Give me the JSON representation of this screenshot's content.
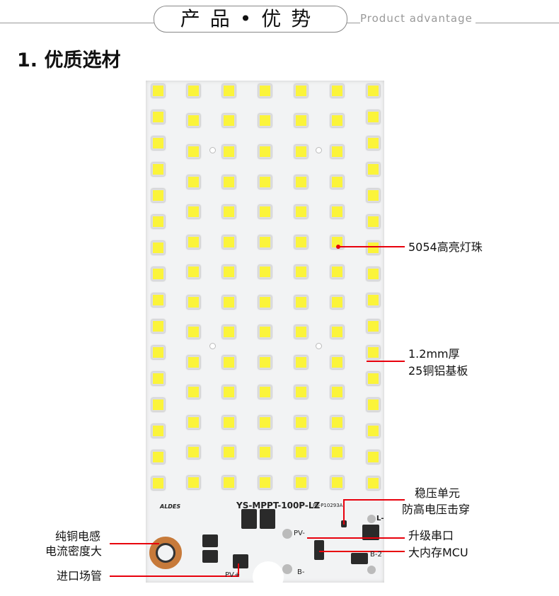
{
  "header": {
    "title": "产品•优势",
    "subtitle": "Product advantage"
  },
  "section_title": "1. 优质选材",
  "board": {
    "model": "YS-MPPT-100P-LZ",
    "code": "PS-P10293A",
    "logo": "ALDES",
    "pad_labels": {
      "l_minus": "L-",
      "pv_minus": "PV-",
      "pv_plus": "PV+",
      "b_minus": "B-",
      "b2": "B-2"
    }
  },
  "callouts": {
    "led": "5054高亮灯珠",
    "substrate_1": "1.2mm厚",
    "substrate_2": "25铜铝基板",
    "regulator_1": "稳压单元",
    "regulator_2": "防高电压击穿",
    "serial": "升级串口",
    "mcu": "大内存MCU",
    "inductor_1": "纯铜电感",
    "inductor_2": "电流密度大",
    "mosfet": "进口场管"
  },
  "accent": "#e8000c"
}
